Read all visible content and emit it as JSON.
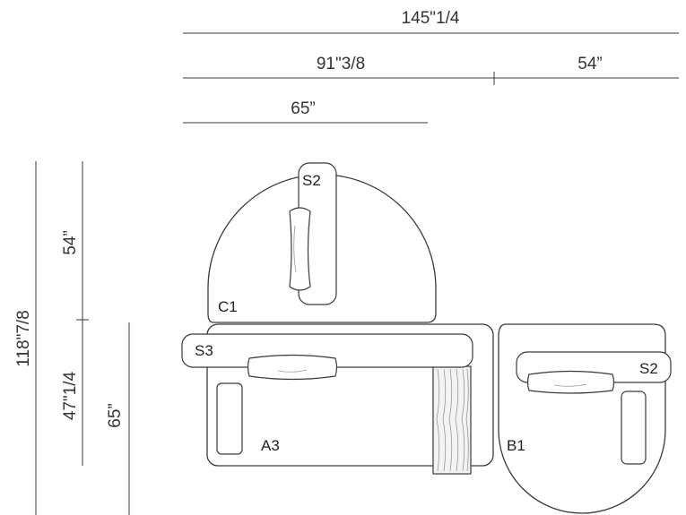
{
  "dimensions": {
    "total_width": "145\"1/4",
    "left_width": "91\"3/8",
    "right_width": "54”",
    "sofa_width": "65”",
    "total_depth": "118\"7/8",
    "upper_depth": "54”",
    "lower_depth": "47\"1/4",
    "right_depth": "65”"
  },
  "modules": {
    "c1": "C1",
    "s2_top": "S2",
    "s3": "S3",
    "a3": "A3",
    "b1": "B1",
    "s2_right": "S2"
  }
}
